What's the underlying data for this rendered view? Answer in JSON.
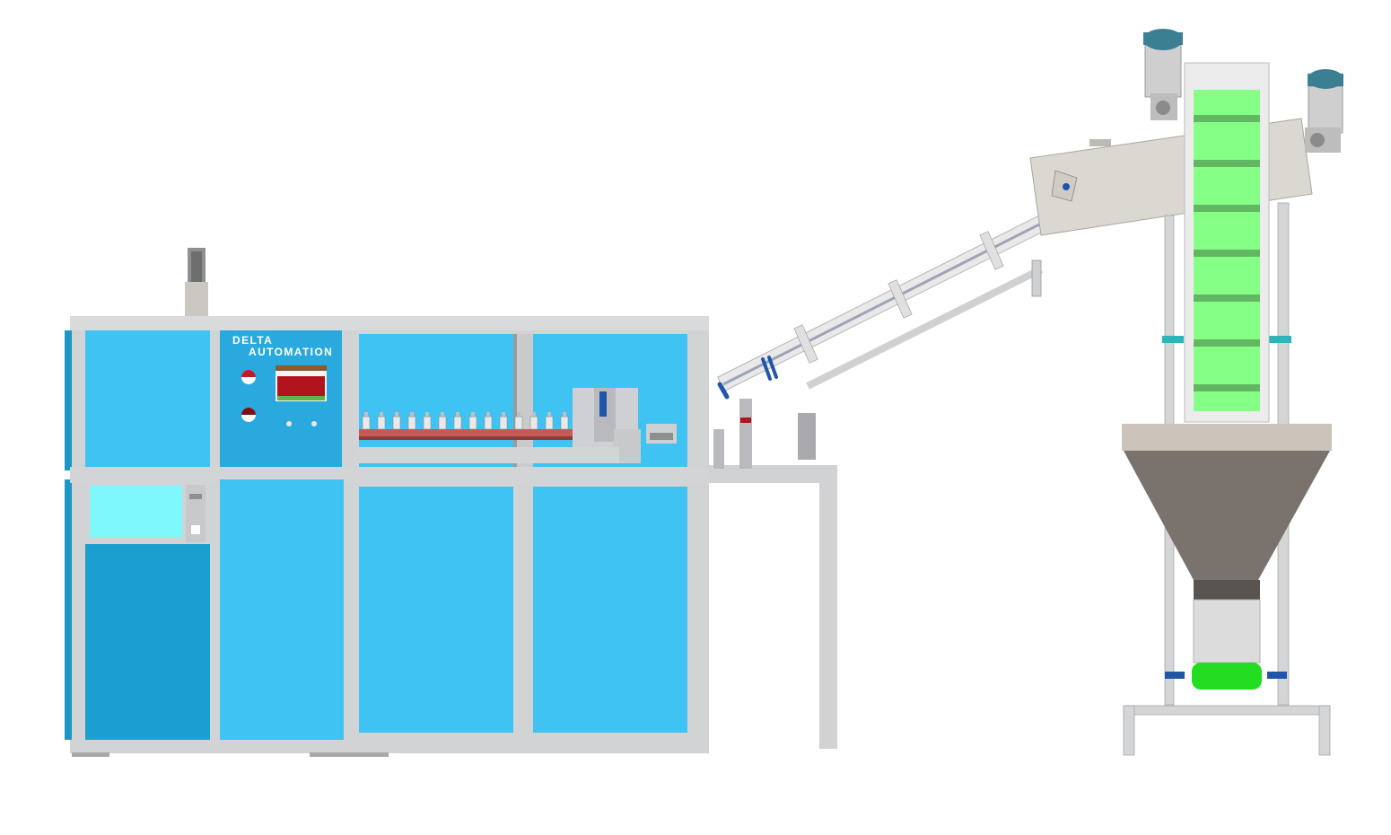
{
  "panel": {
    "brand_line1": "DELTA",
    "brand_line2": "AUTOMATION"
  },
  "components": {
    "blow_molding_machine": "blow-molding-machine",
    "control_panel": "control-panel",
    "preform_conveyor": "preform-conveyor",
    "inclined_unscrambler_chute": "inclined-chute",
    "preform_elevator": "preform-elevator",
    "hopper": "hopper"
  },
  "colors": {
    "panel_blue": "#3ec3f2",
    "door_blue": "#1a9fd0",
    "frame_gray": "#cfd0d2",
    "elevator_green": "#86ff86",
    "hopper_gray": "#7a726c",
    "motor_teal": "#3b7f93"
  }
}
